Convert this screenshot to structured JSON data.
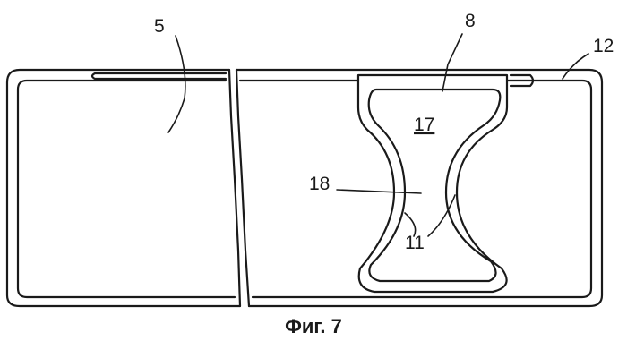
{
  "figure": {
    "caption": "Фиг. 7",
    "labels": {
      "ref_5": "5",
      "ref_8": "8",
      "ref_12": "12",
      "ref_17": "17",
      "ref_18": "18",
      "ref_11": "11"
    }
  }
}
